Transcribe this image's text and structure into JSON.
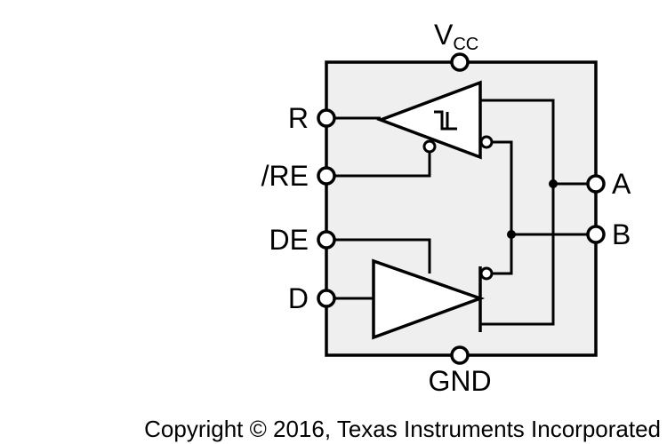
{
  "colors": {
    "package_fill": "#efefef",
    "stroke": "#000000",
    "background": "#ffffff"
  },
  "pins": {
    "vcc_main": "V",
    "vcc_sub": "CC",
    "r": "R",
    "re": "/RE",
    "de": "DE",
    "d": "D",
    "a": "A",
    "b": "B",
    "gnd": "GND"
  },
  "receiver_symbol": "schmitt-trigger",
  "footer": {
    "copyright": "Copyright © 2016, Texas Instruments Incorporated"
  }
}
